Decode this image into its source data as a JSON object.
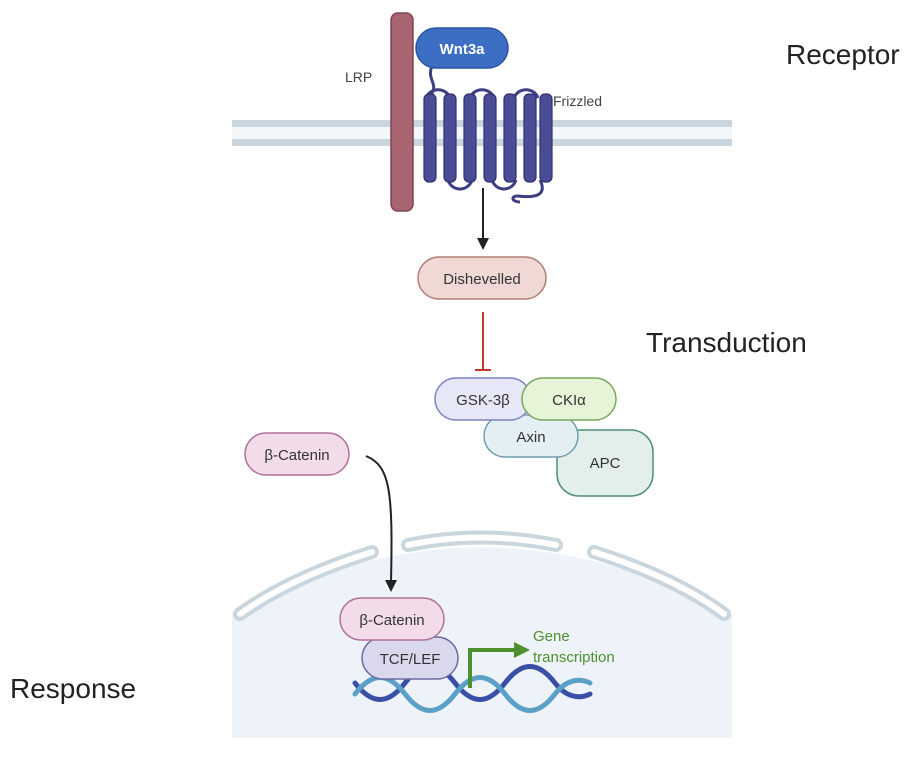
{
  "sections": {
    "receptor": "Receptor",
    "transduction": "Transduction",
    "response": "Response"
  },
  "receptor": {
    "ligand": "Wnt3a",
    "coreceptor": "LRP",
    "receptor": "Frizzled"
  },
  "transduction": {
    "adaptor": "Dishevelled",
    "complex": {
      "gsk": "GSK-3β",
      "ck": "CKIα",
      "axin": "Axin",
      "apc": "APC"
    },
    "free_catenin": "β-Catenin"
  },
  "response": {
    "nuclear_catenin": "β-Catenin",
    "tcf": "TCF/LEF",
    "output_line1": "Gene",
    "output_line2": "transcription"
  },
  "colors": {
    "membrane": "#c9d6de",
    "lrp": "#a86470",
    "frizzled": "#3d3f82",
    "wnt": "#3c6fc4",
    "dishevelled_fill": "#f0d9d5",
    "inhibition": "#c0392b",
    "gsk_fill": "#e6e8f8",
    "ck_fill": "#e6f4d8",
    "axin_fill": "#e3eff3",
    "apc_fill": "#e3efea",
    "catenin_fill": "#f3dcea",
    "tcf_fill": "#d9d8ec",
    "nucleus": "#eef3f9",
    "transcription": "#4e8f2e",
    "dna_a": "#3a4fa6",
    "dna_b": "#5aa0c7"
  }
}
